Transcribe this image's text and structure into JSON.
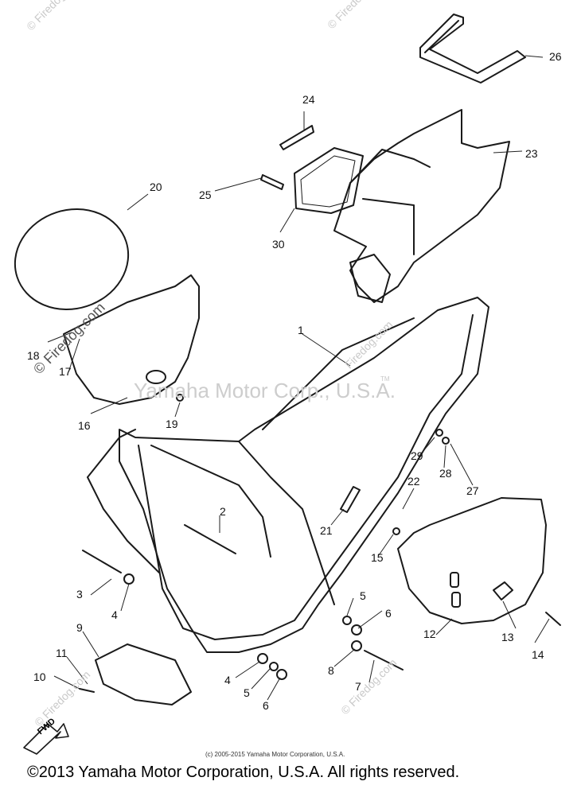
{
  "watermark": {
    "center_text": "Yamaha Motor Corp., U.S.A.",
    "tm": "TM",
    "site": "© Firedog.com",
    "site_short": "Firedog.com"
  },
  "footer": {
    "small_copyright": "(c) 2005-2015 Yamaha Motor Corporation, U.S.A.",
    "copyright": "©2013 Yamaha Motor Corporation, U.S.A. All rights reserved."
  },
  "fwd_label": "FWD",
  "callouts": [
    "1",
    "2",
    "3",
    "4",
    "5",
    "6",
    "7",
    "8",
    "9",
    "10",
    "11",
    "12",
    "13",
    "14",
    "15",
    "16",
    "17",
    "18",
    "19",
    "20",
    "21",
    "22",
    "23",
    "24",
    "25",
    "26",
    "27",
    "28",
    "29",
    "30",
    "4",
    "5",
    "6"
  ],
  "colors": {
    "ink": "#111111",
    "watermark": "#c9c9c9"
  }
}
